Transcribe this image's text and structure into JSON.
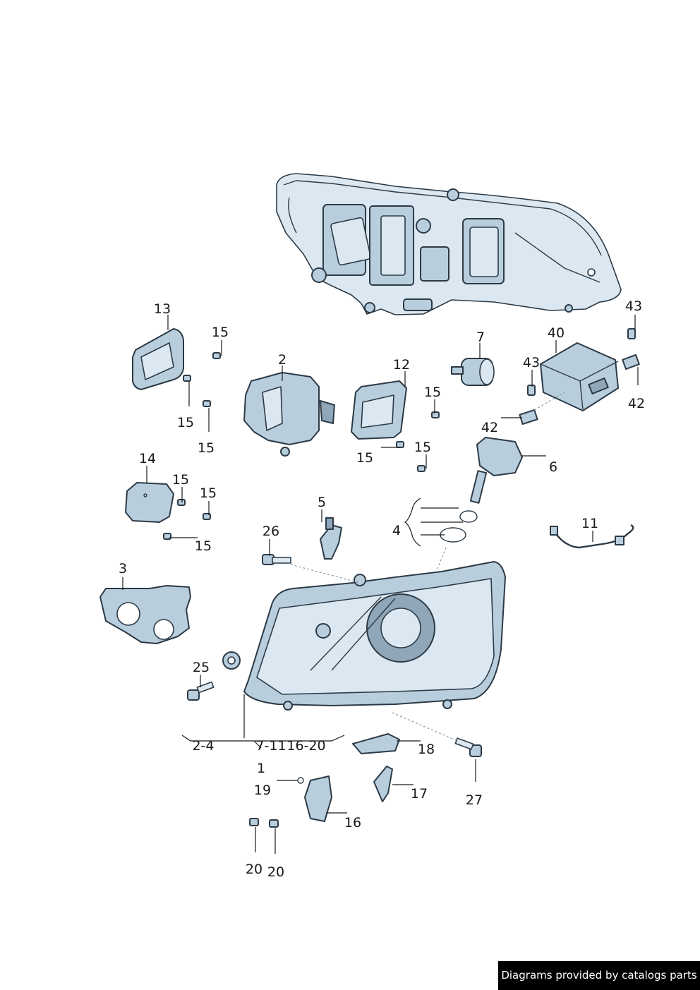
{
  "callouts": {
    "c1": "1",
    "c2": "2",
    "c3": "3",
    "c4": "4",
    "c5": "5",
    "c6": "6",
    "c7": "7",
    "c11": "11",
    "c12": "12",
    "c13": "13",
    "c14": "14",
    "c15": "15",
    "c16": "16",
    "c17": "17",
    "c18": "18",
    "c19": "19",
    "c20": "20",
    "c25": "25",
    "c26": "26",
    "c27": "27",
    "c40": "40",
    "c42": "42",
    "c43": "43"
  },
  "groups": {
    "g_2_4": "2-4",
    "g_7_11": "7-11",
    "g_16_20": "16-20"
  },
  "footer": {
    "credit": "Diagrams provided by catalogs parts"
  },
  "colors": {
    "part_fill": "#b9cedd",
    "part_outline": "#2c3a46",
    "label_text": "#1a1a1a",
    "footer_bg": "#000000",
    "footer_text": "#ffffff"
  }
}
